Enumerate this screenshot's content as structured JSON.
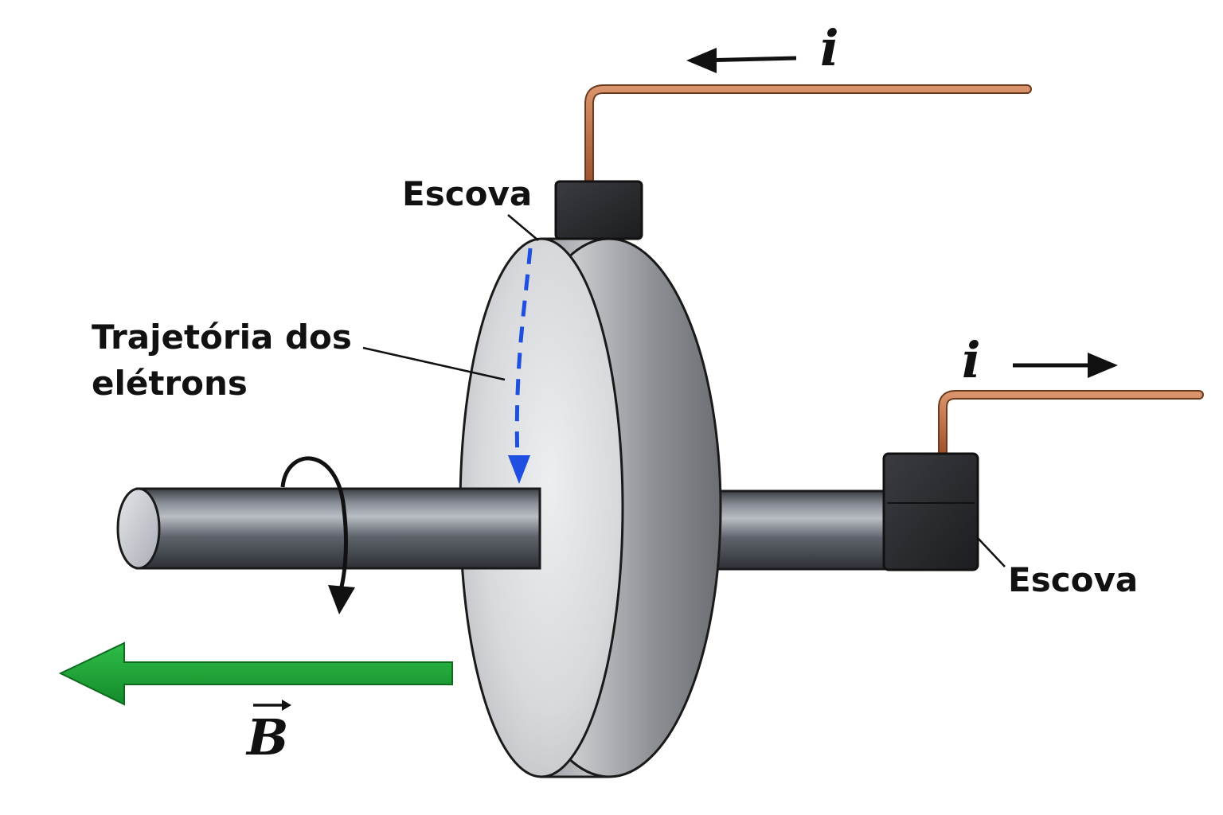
{
  "labels": {
    "brush_top": "Escova",
    "brush_right": "Escova",
    "electron_path_line1": "Trajetória dos",
    "electron_path_line2": "elétrons",
    "current_top": "i",
    "current_right": "i",
    "field": "B"
  },
  "colors": {
    "electron_path": "#1f4fe0",
    "field_arrow": "#1e9b33",
    "wire": "#b86a3c",
    "brush": "#2b2d31"
  }
}
